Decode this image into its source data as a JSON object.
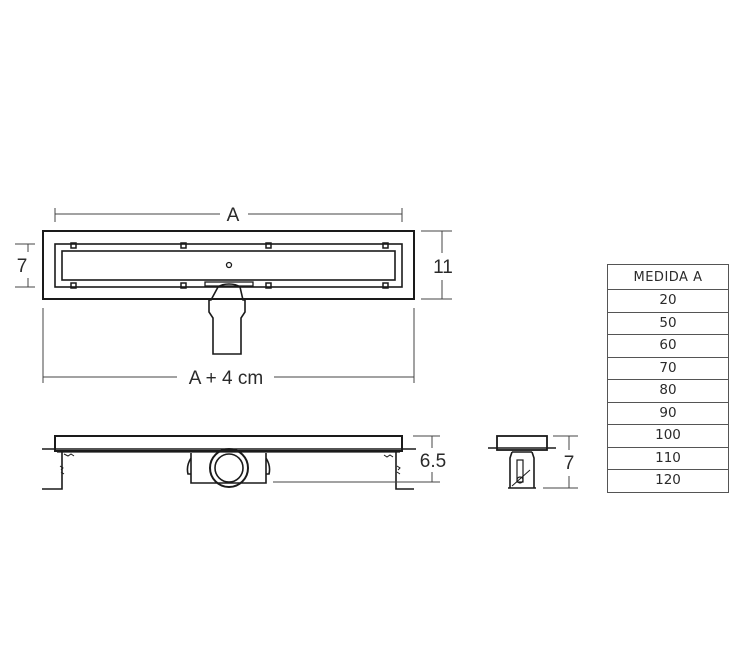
{
  "diagram": {
    "top_view": {
      "width_label": "A",
      "overall_width_label": "A + 4 cm",
      "inner_height_label": "7",
      "outer_height_label": "11"
    },
    "side_view": {
      "height_label": "6.5"
    },
    "end_view": {
      "height_label": "7"
    }
  },
  "table": {
    "header": "MEDIDA  A",
    "rows": [
      "20",
      "50",
      "60",
      "70",
      "80",
      "90",
      "100",
      "110",
      "120"
    ]
  }
}
